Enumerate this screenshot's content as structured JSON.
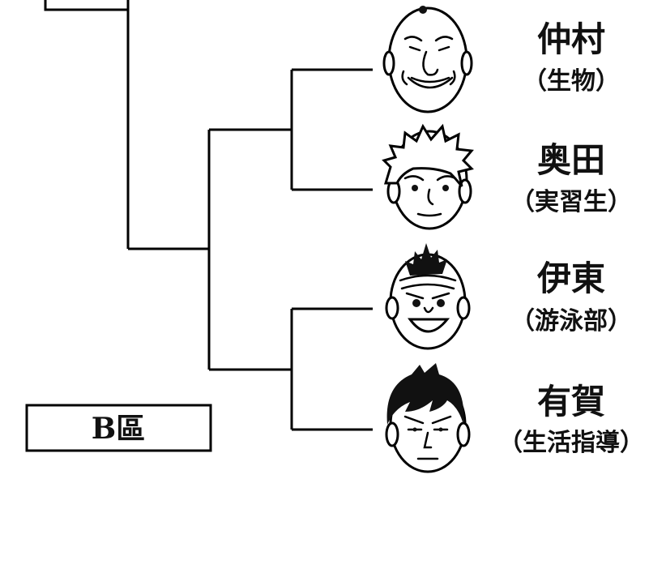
{
  "bracket": {
    "box_label": "B區",
    "entrants": [
      {
        "name": "仲村",
        "dept": "（生物）",
        "face_icon": "bald-grinning-face-icon"
      },
      {
        "name": "奥田",
        "dept": "（実習生）",
        "face_icon": "spiky-hair-young-face-icon"
      },
      {
        "name": "伊東",
        "dept": "（游泳部）",
        "face_icon": "mohawk-smiling-face-icon"
      },
      {
        "name": "有賀",
        "dept": "（生活指導）",
        "face_icon": "black-hair-stern-face-icon"
      }
    ]
  }
}
